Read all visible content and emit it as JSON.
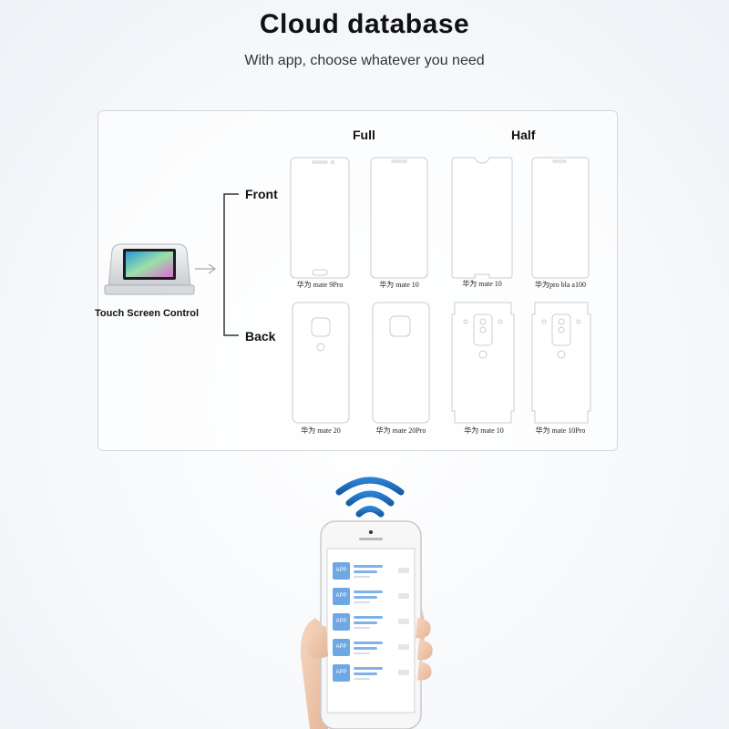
{
  "header": {
    "title": "Cloud database",
    "subtitle": "With app, choose whatever you need"
  },
  "panel": {
    "columns": {
      "full": "Full",
      "half": "Half"
    },
    "rows": {
      "front": "Front",
      "back": "Back"
    },
    "device_label": "Touch Screen Control",
    "front_models": [
      "华为 mate 9Pro",
      "华为 mate 10",
      "华为 mate 10",
      "华为pro bla a100"
    ],
    "back_models": [
      "华为 mate 20",
      "华为 mate 20Pro",
      "华为 mate 10",
      "华为 mate 10Pro"
    ]
  },
  "app": {
    "icon_label": "APP",
    "row_count_items": [
      "APP",
      "APP",
      "APP",
      "APP",
      "APP"
    ]
  },
  "colors": {
    "wifi_blue": "#1f6fc0",
    "app_icon_blue": "#6ea8e4",
    "panel_border": "#d5d7da"
  },
  "icons": [
    "wifi-icon",
    "arrow-right-icon",
    "touch-screen-device-icon",
    "smartphone-icon"
  ]
}
